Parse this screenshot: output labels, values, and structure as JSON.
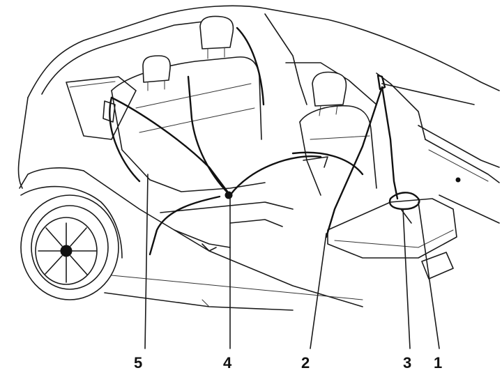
{
  "callouts": {
    "c1": "1",
    "c2": "2",
    "c3": "3",
    "c4": "4",
    "c5": "5"
  },
  "colors": {
    "line": "#1a1a1a",
    "background": "#ffffff"
  }
}
